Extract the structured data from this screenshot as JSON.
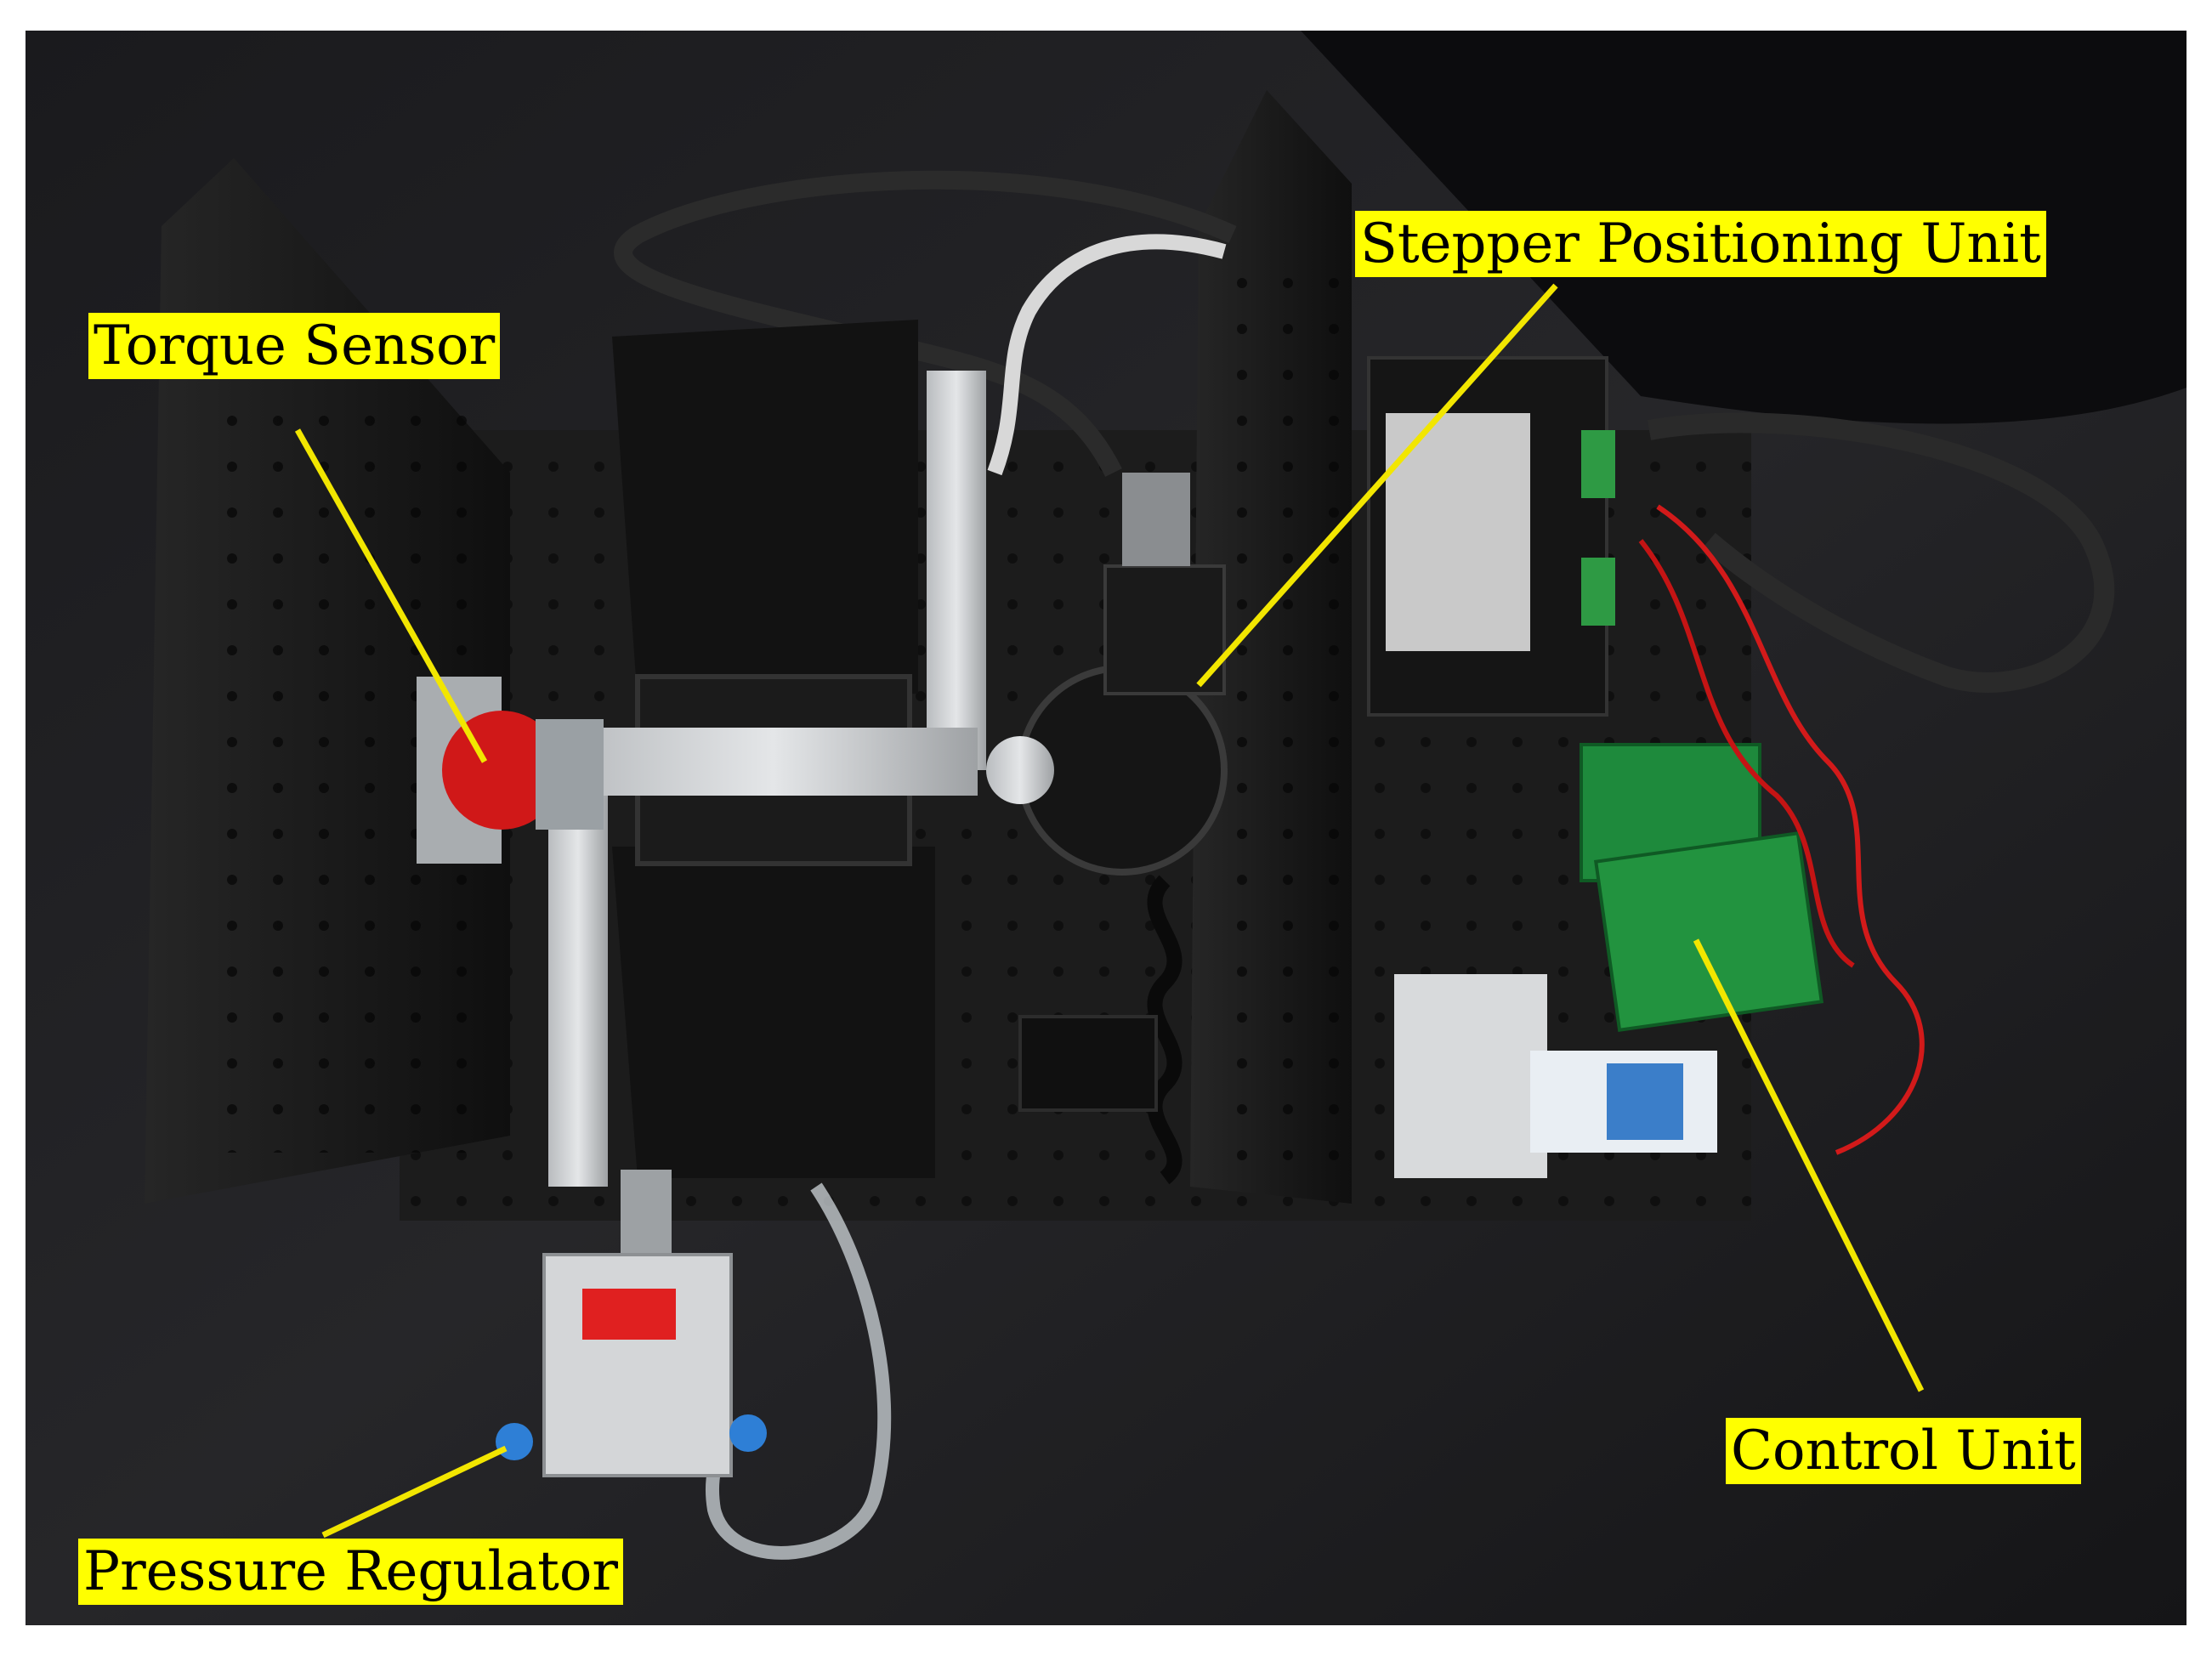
{
  "labels": {
    "torque_sensor": "Torque Sensor",
    "stepper_positioning_unit": "Stepper Positioning Unit",
    "control_unit": "Control Unit",
    "pressure_regulator": "Pressure Regulator"
  },
  "colors": {
    "label_background": "#ffff00",
    "leader_line": "#f2e600",
    "frame_black": "#141414",
    "cloth_background": "#1b1b1e",
    "pcb_green": "#1e8a3c",
    "sensor_red": "#d01818"
  }
}
